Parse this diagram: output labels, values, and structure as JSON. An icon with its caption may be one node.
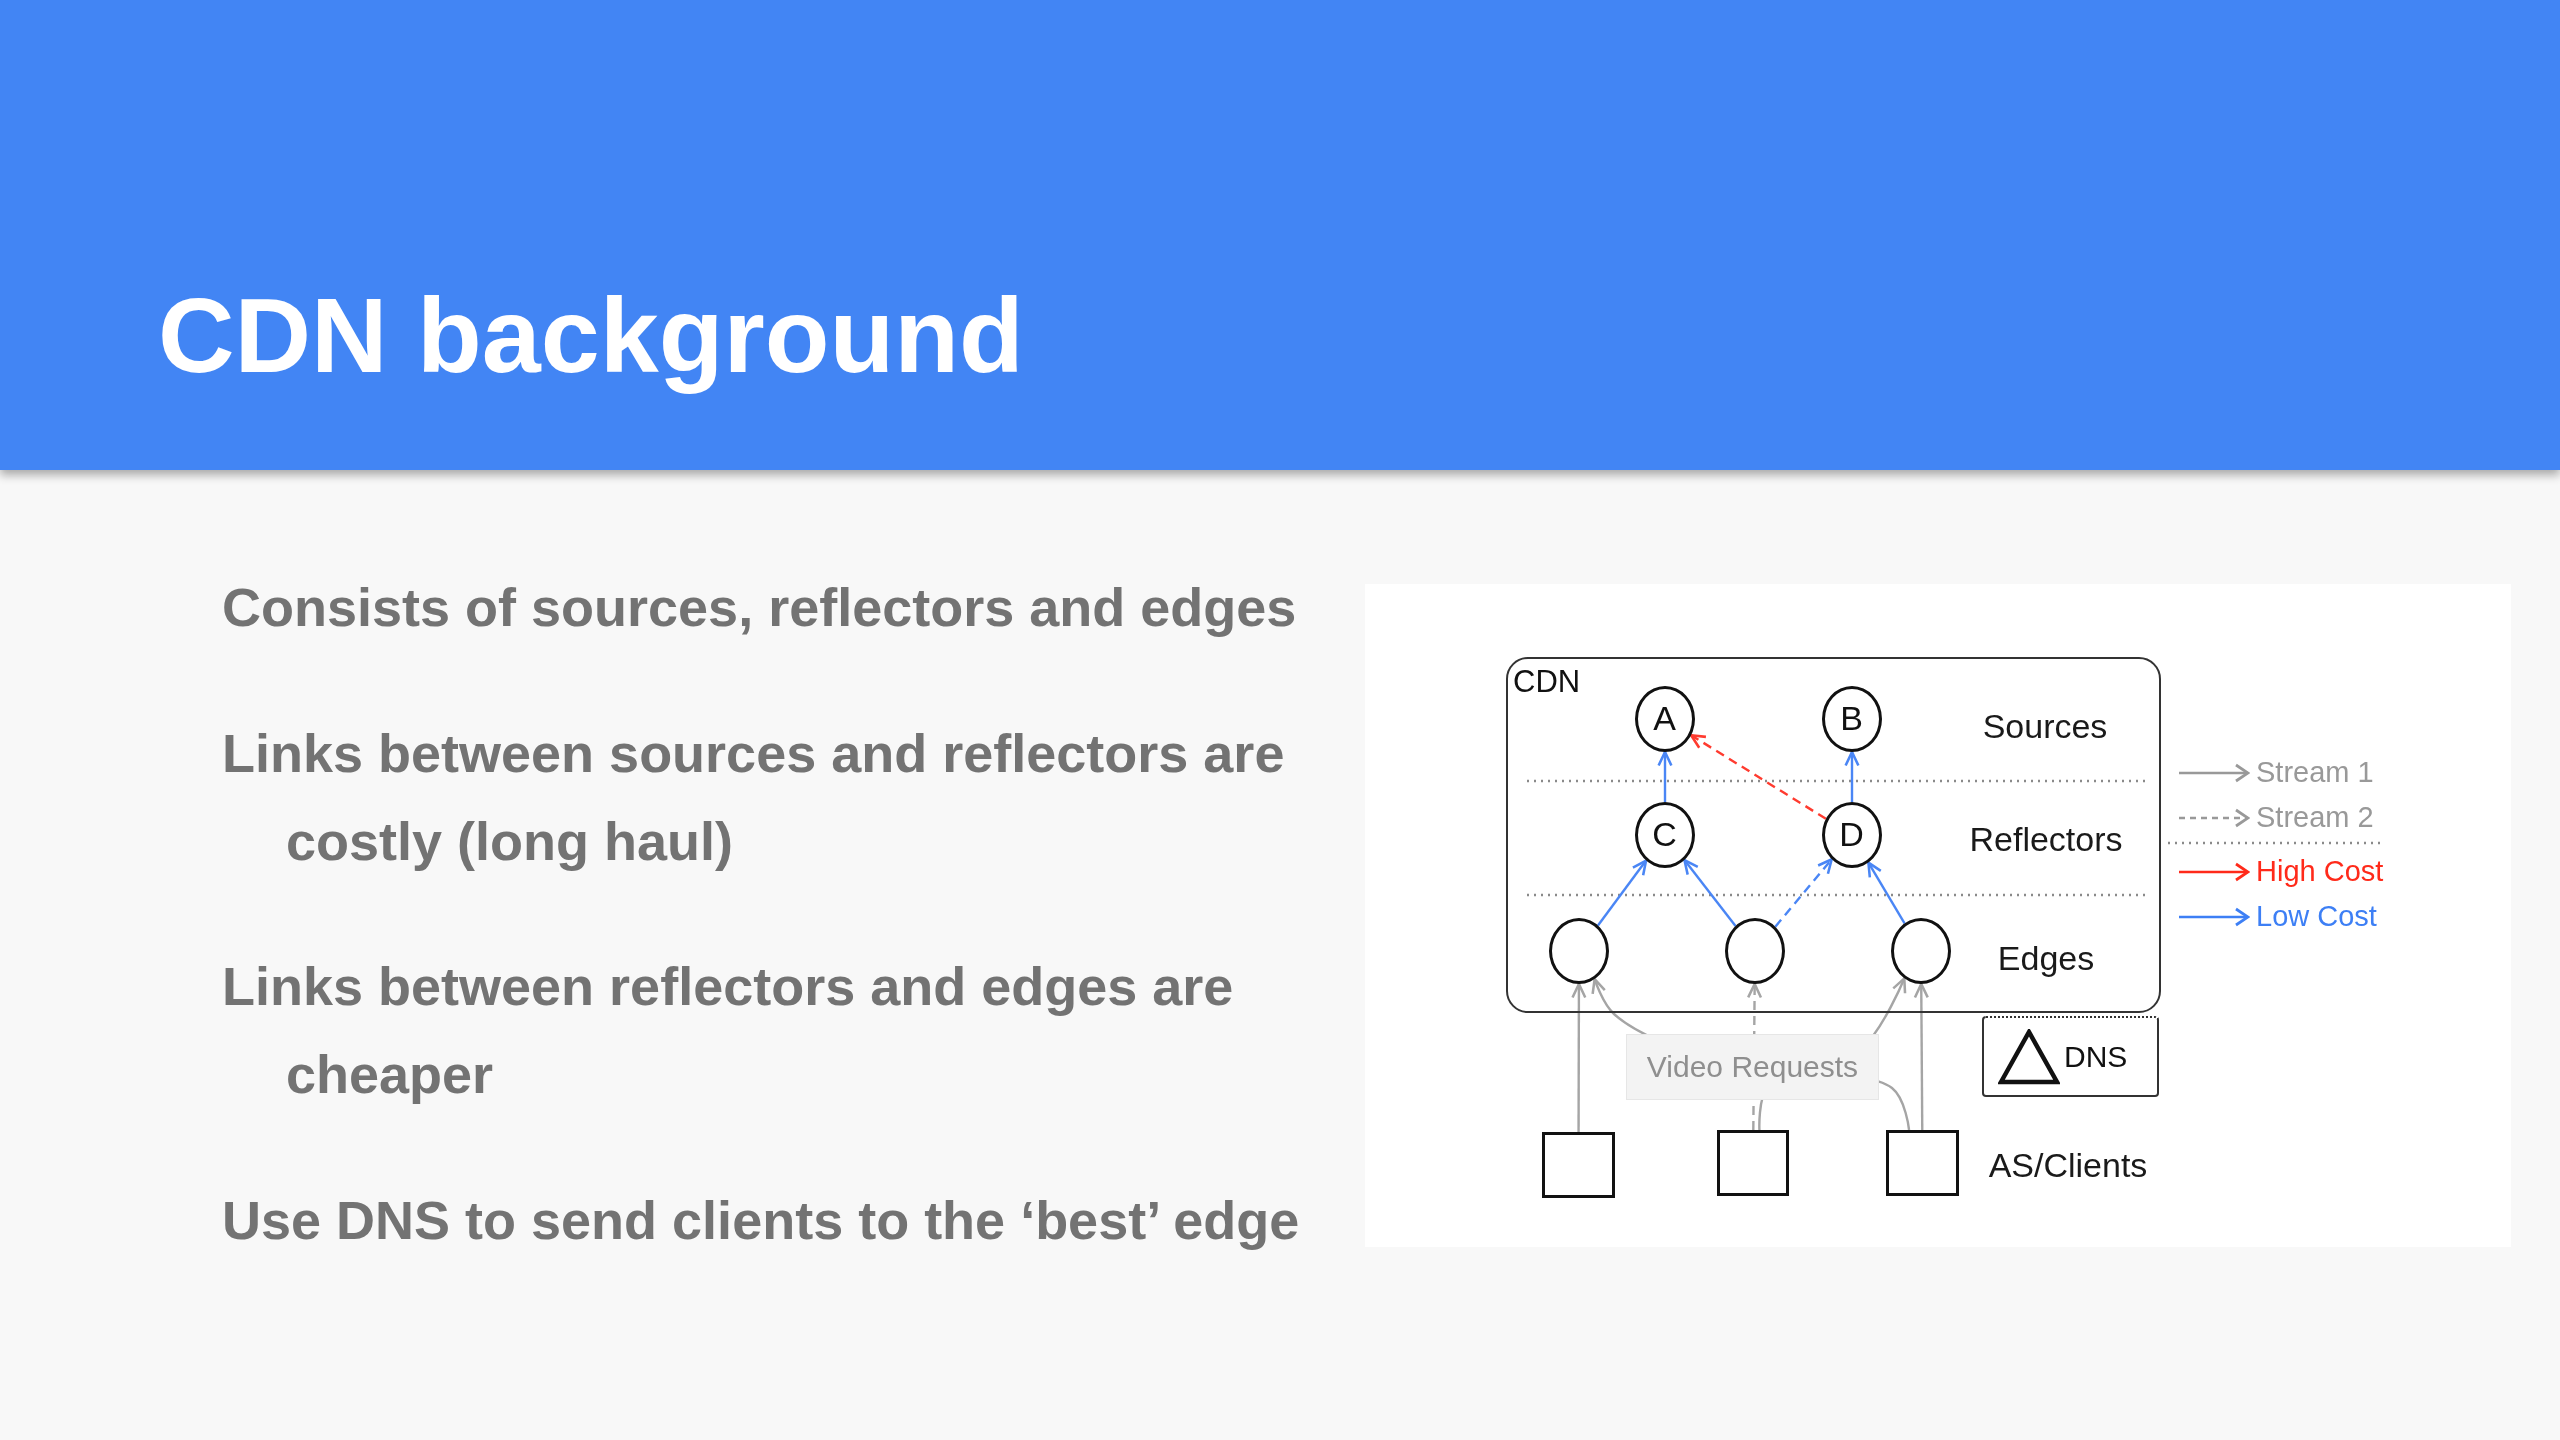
{
  "diagram": {
    "title": "CDN background",
    "nodes": [
      {
        "text": [
          "CDN"
        ]
      },
      {
        "text": [
          "A"
        ],
        "in": 0
      },
      {
        "text": [
          "B"
        ],
        "in": 0
      },
      {
        "text": [
          "C"
        ],
        "in": 0
      },
      {
        "text": [
          "D"
        ],
        "in": 0
      },
      {
        "text": [],
        "shape": "circle",
        "in": 0
      },
      {
        "text": [],
        "shape": "circle",
        "in": 0
      },
      {
        "text": [],
        "shape": "circle",
        "in": 0
      },
      {
        "text": [
          "DNS"
        ]
      },
      {
        "text": [],
        "shape": "box"
      },
      {
        "text": [],
        "shape": "box"
      },
      {
        "text": [],
        "shape": "box"
      }
    ],
    "edges": [
      {
        "from": 3,
        "to": 1,
        "arrow": "to"
      },
      {
        "from": 4,
        "to": 2,
        "arrow": "to"
      },
      {
        "from": 4,
        "to": 1,
        "arrow": "to",
        "style": "dashed",
        "color": "#ff3b2f"
      },
      {
        "from": 5,
        "to": 3,
        "arrow": "to"
      },
      {
        "from": 6,
        "to": 3,
        "arrow": "to"
      },
      {
        "from": 6,
        "to": 4,
        "arrow": "to",
        "style": "dashed"
      },
      {
        "from": 7,
        "to": 4,
        "arrow": "to"
      },
      {
        "from": 9,
        "to": 5,
        "arrow": "to",
        "color": "#a5a5a5"
      },
      {
        "from": 10,
        "to": 6,
        "arrow": "to",
        "style": "dashed",
        "color": "#a5a5a5"
      },
      {
        "from": 11,
        "to": 7,
        "arrow": "to",
        "color": "#a5a5a5"
      },
      {
        "from": 11,
        "to": 5,
        "arrow": "to",
        "color": "#a5a5a5"
      },
      {
        "from": 10,
        "to": 7,
        "arrow": "to",
        "color": "#a5a5a5"
      }
    ],
    "labels": [
      "Consists of sources, reflectors and edges",
      "Links between sources and reflectors are costly (long haul)",
      "Links between reflectors and edges are cheaper",
      "Use DNS to send clients to the ‘best’ edge",
      "Sources",
      "Reflectors",
      "Edges",
      "Video Requests",
      "AS/Clients"
    ],
    "legend": [
      {
        "text": "Stream 1",
        "color": "#999999"
      },
      {
        "text": "Stream 2",
        "color": "#999999"
      },
      {
        "text": "High Cost",
        "color": "#ff2a1a"
      },
      {
        "text": "Low Cost",
        "color": "#3d7ff5"
      }
    ]
  }
}
